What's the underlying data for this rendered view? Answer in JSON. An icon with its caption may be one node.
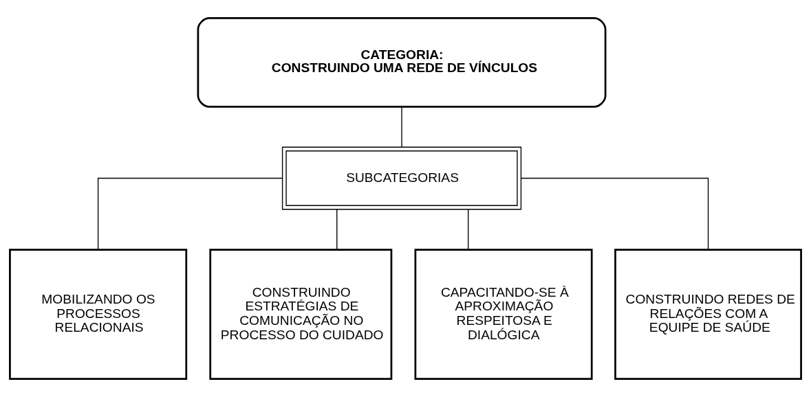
{
  "diagram": {
    "nodes": [
      {
        "text": [
          "CATEGORIA:",
          "CONSTRUINDO UMA REDE DE VÍNCULOS"
        ]
      },
      {
        "text": [
          "SUBCATEGORIAS"
        ]
      },
      {
        "text": [
          "MOBILIZANDO OS PROCESSOS RELACIONAIS"
        ]
      },
      {
        "text": [
          "CONSTRUINDO ESTRATÉGIAS DE COMUNICAÇÃO NO PROCESSO DO CUIDADO"
        ]
      },
      {
        "text": [
          "CAPACITANDO-SE À APROXIMAÇÃO RESPEITOSA E DIALÓGICA"
        ]
      },
      {
        "text": [
          "CONSTRUINDO REDES DE RELAÇÕES COM A EQUIPE DE SAÚDE"
        ]
      }
    ],
    "edges": [
      {
        "from": 0,
        "to": 1,
        "arrow": "none"
      },
      {
        "from": 1,
        "to": 2,
        "arrow": "none"
      },
      {
        "from": 1,
        "to": 3,
        "arrow": "none"
      },
      {
        "from": 1,
        "to": 4,
        "arrow": "none"
      },
      {
        "from": 1,
        "to": 5,
        "arrow": "none"
      }
    ]
  }
}
